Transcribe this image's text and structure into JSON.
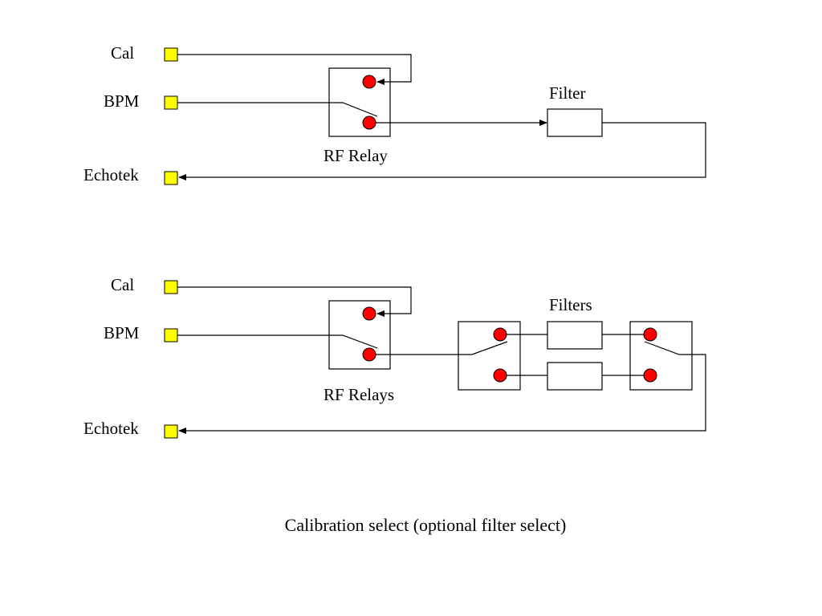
{
  "colors": {
    "port_fill": "#ffff00",
    "contact_fill": "#ff0000",
    "line": "#000000"
  },
  "top_diagram": {
    "ports": {
      "cal": "Cal",
      "bpm": "BPM",
      "echotek": "Echotek"
    },
    "filter_label": "Filter",
    "relay_label": "RF Relay"
  },
  "bottom_diagram": {
    "ports": {
      "cal": "Cal",
      "bpm": "BPM",
      "echotek": "Echotek"
    },
    "filters_label": "Filters",
    "relays_label": "RF Relays"
  },
  "caption": "Calibration select (optional filter select)"
}
